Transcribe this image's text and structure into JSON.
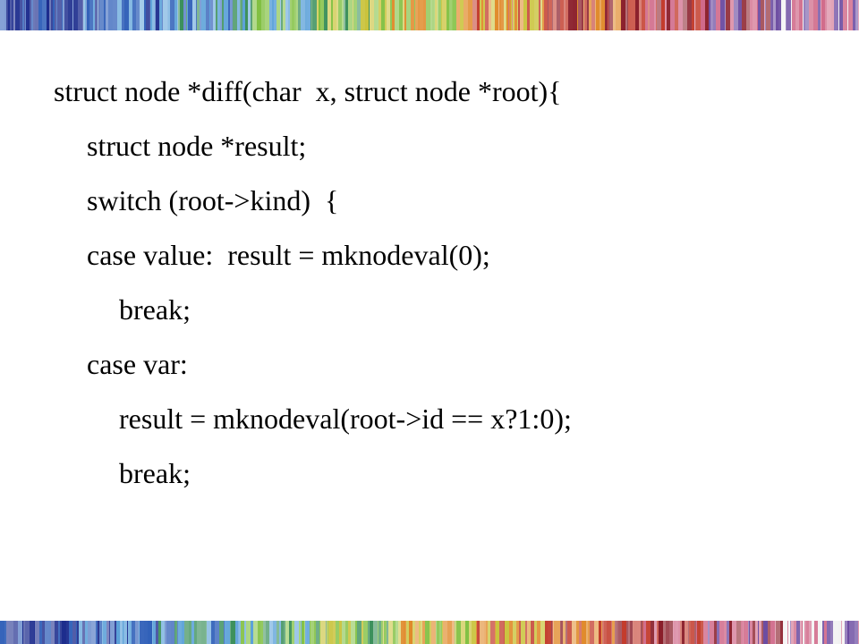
{
  "slide": {
    "code_lines": [
      {
        "text": "struct node *diff(char  x, struct node *root){",
        "indent": 0
      },
      {
        "text": "struct node *result;",
        "indent": 1
      },
      {
        "text": "switch (root->kind)  {",
        "indent": 1
      },
      {
        "text": "case value:  result = mknodeval(0);",
        "indent": 1
      },
      {
        "text": "break;",
        "indent": 2
      },
      {
        "text": "case var:",
        "indent": 1
      },
      {
        "text": "result = mknodeval(root->id == x?1:0);",
        "indent": 2
      },
      {
        "text": "break;",
        "indent": 2
      }
    ]
  },
  "colors": {
    "background": "#ffffff",
    "text": "#000000",
    "band_palette": [
      "#1a2a8c",
      "#2f5fb8",
      "#5aa0d8",
      "#3a8f5a",
      "#7fbf3f",
      "#c9c23a",
      "#e08a2a",
      "#c23a2a",
      "#8a1e2a",
      "#d06a8a",
      "#6a4aa0",
      "#f0f0f0",
      "#ffffff"
    ]
  }
}
